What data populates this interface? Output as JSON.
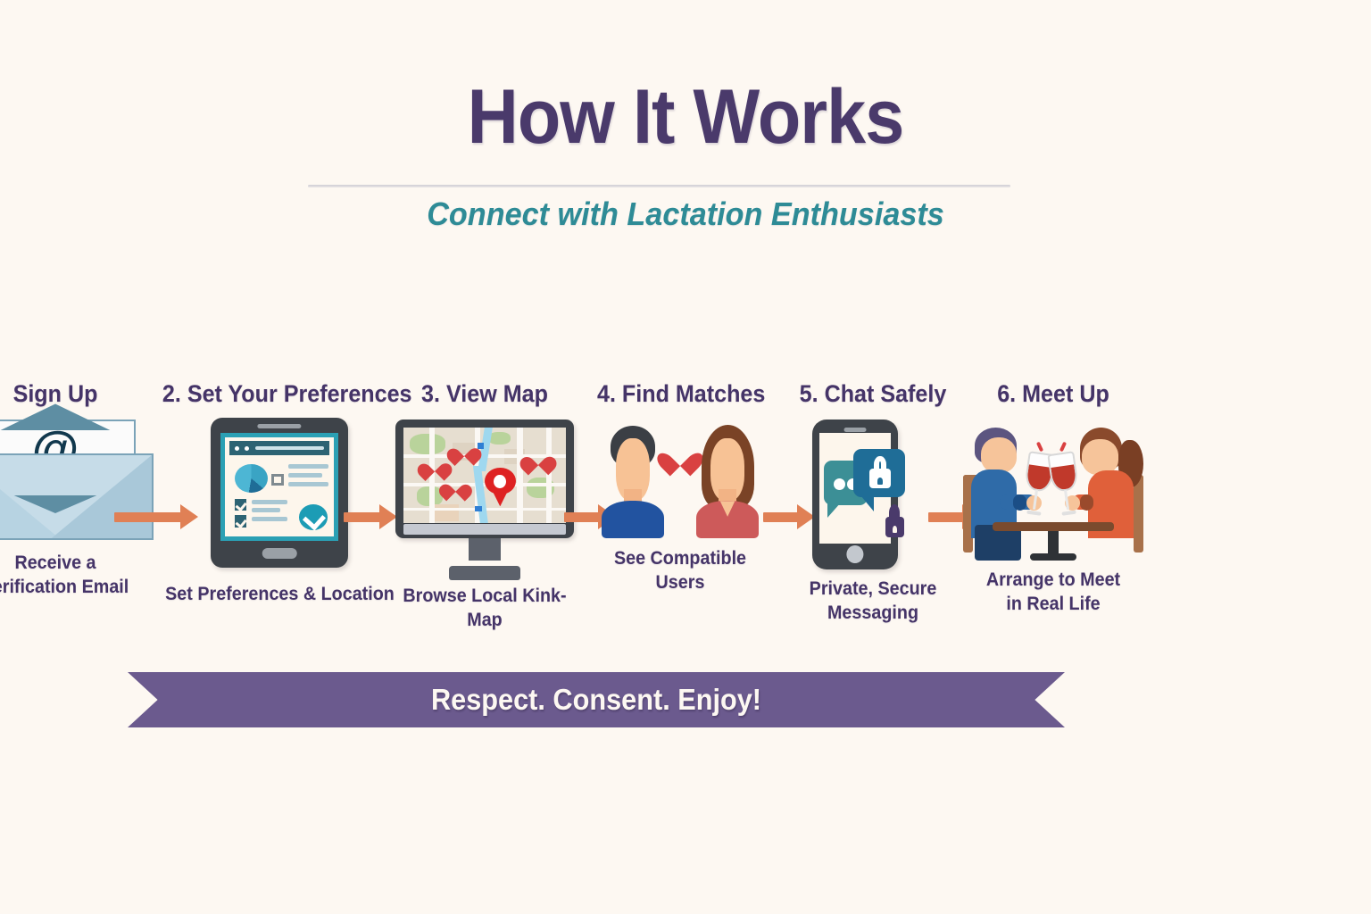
{
  "header": {
    "title": "How It Works",
    "subtitle": "Connect with Lactation Enthusiasts"
  },
  "colors": {
    "background": "#fdf8f2",
    "title_purple": "#4a3a6b",
    "subtitle_teal": "#2e8b96",
    "arrow_coral": "#e08055",
    "ribbon_purple": "#6b5a8e",
    "heart_red": "#d94141",
    "accent_teal": "#2ba0b4",
    "envelope_blue": "#c6dce8"
  },
  "steps": [
    {
      "number": "",
      "heading": "Sign Up",
      "caption": "Receive a\nVerification Email",
      "caption_line1": "Receive a",
      "caption_line2": "Verification Email",
      "icon": "envelope-icon",
      "at_symbol": "@"
    },
    {
      "number": "2.",
      "heading": "2. Set Your Preferences",
      "caption": "Set Preferences & Location",
      "caption_line1": "Set Preferences & Location",
      "caption_line2": "",
      "icon": "tablet-icon"
    },
    {
      "number": "3.",
      "heading": "3. View Map",
      "caption": "Browse Local Kink-Map",
      "caption_line1": "Browse Local Kink-Map",
      "caption_line2": "",
      "icon": "desktop-map-icon"
    },
    {
      "number": "4.",
      "heading": "4. Find Matches",
      "caption": "See Compatible Users",
      "caption_line1": "See Compatible",
      "caption_line2": "Users",
      "icon": "two-users-heart-icon"
    },
    {
      "number": "5.",
      "heading": "5. Chat Safely",
      "caption": "Private, Secure Messaging",
      "caption_line1": "Private, Secure",
      "caption_line2": "Messaging",
      "icon": "phone-chat-lock-icon"
    },
    {
      "number": "6.",
      "heading": "6. Meet Up",
      "caption": "Arrange to Meet in Real Life",
      "caption_line1": "Arrange to Meet",
      "caption_line2": "in Real Life",
      "icon": "couple-toasting-icon"
    }
  ],
  "ribbon": {
    "text": "Respect. Consent. Enjoy!"
  }
}
